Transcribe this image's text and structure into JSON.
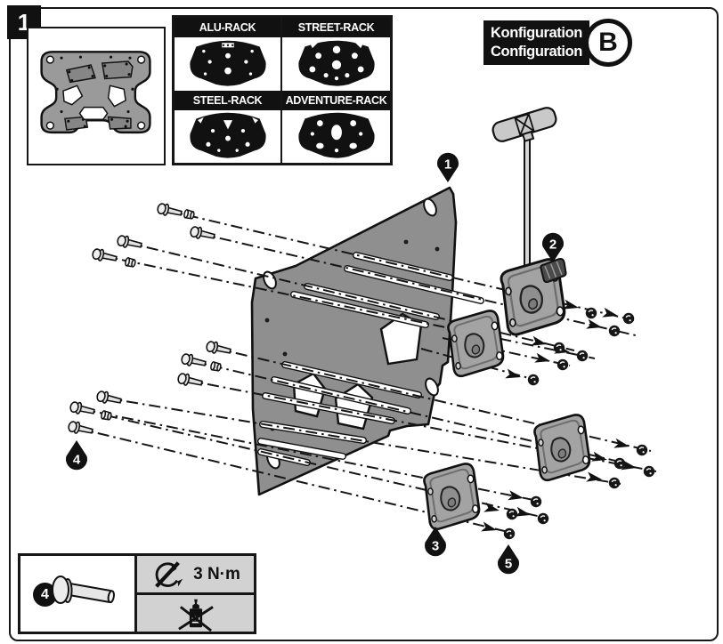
{
  "page": {
    "step_number": "1",
    "configuration": {
      "line1": "Konfiguration",
      "line2": "Configuration",
      "letter": "B"
    }
  },
  "parts_box": {
    "content": "adapter-plate-top-view-illustration"
  },
  "rack_table": {
    "cells": [
      {
        "label": "ALU-RACK",
        "icon": "alu-rack-icon"
      },
      {
        "label": "STREET-RACK",
        "icon": "street-rack-icon"
      },
      {
        "label": "STEEL-RACK",
        "icon": "steel-rack-icon"
      },
      {
        "label": "ADVENTURE-RACK",
        "icon": "adventure-rack-icon"
      }
    ]
  },
  "diagram": {
    "description": "exploded-assembly-view-of-adapter-plate-with-screws-spacers-clamps-and-nuts",
    "callouts": {
      "c1": "1",
      "c2": "2",
      "c3": "3",
      "c4": "4",
      "c5": "5"
    }
  },
  "legend": {
    "item_number": "4",
    "torque_value": "3 N·m",
    "icons": {
      "no_power_tool": "crossed-power-tool-icon",
      "no_threadlocker": "crossed-threadlocker-bottle-icon",
      "item": "collar-screw-icon"
    }
  },
  "colors": {
    "plate_gray": "#8f8f8f",
    "clamp_gray": "#a3a3a3",
    "line_black": "#161616",
    "legend_gray": "#d2d2d2"
  }
}
